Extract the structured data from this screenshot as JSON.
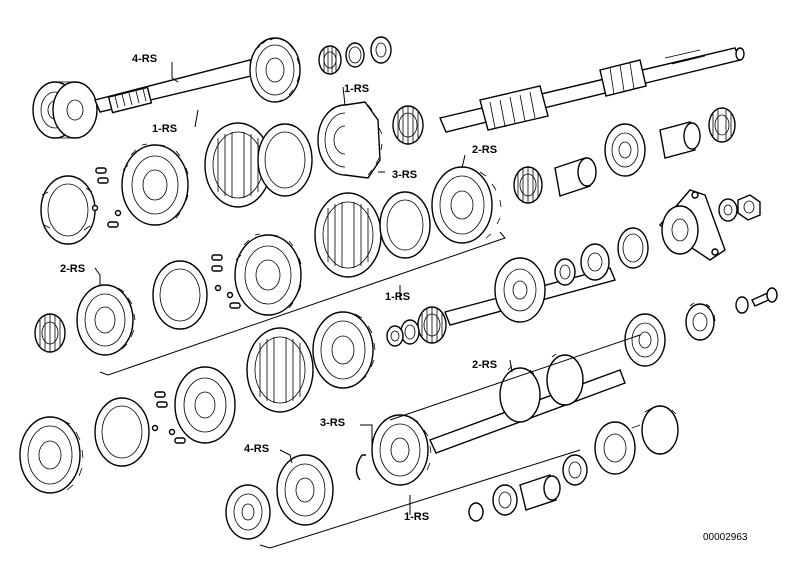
{
  "diagram": {
    "reference_number": "00002963",
    "labels": {
      "top_4rs": "4-RS",
      "top_1rs_a": "1-RS",
      "top_1rs_b": "1-RS",
      "mid_3rs": "3-RS",
      "mid_2rs": "2-RS",
      "left_2rs": "2-RS",
      "center_1rs": "1-RS",
      "lower_2rs": "2-RS",
      "lower_3rs": "3-RS",
      "lower_4rs": "4-RS",
      "bottom_1rs": "1-RS"
    }
  }
}
